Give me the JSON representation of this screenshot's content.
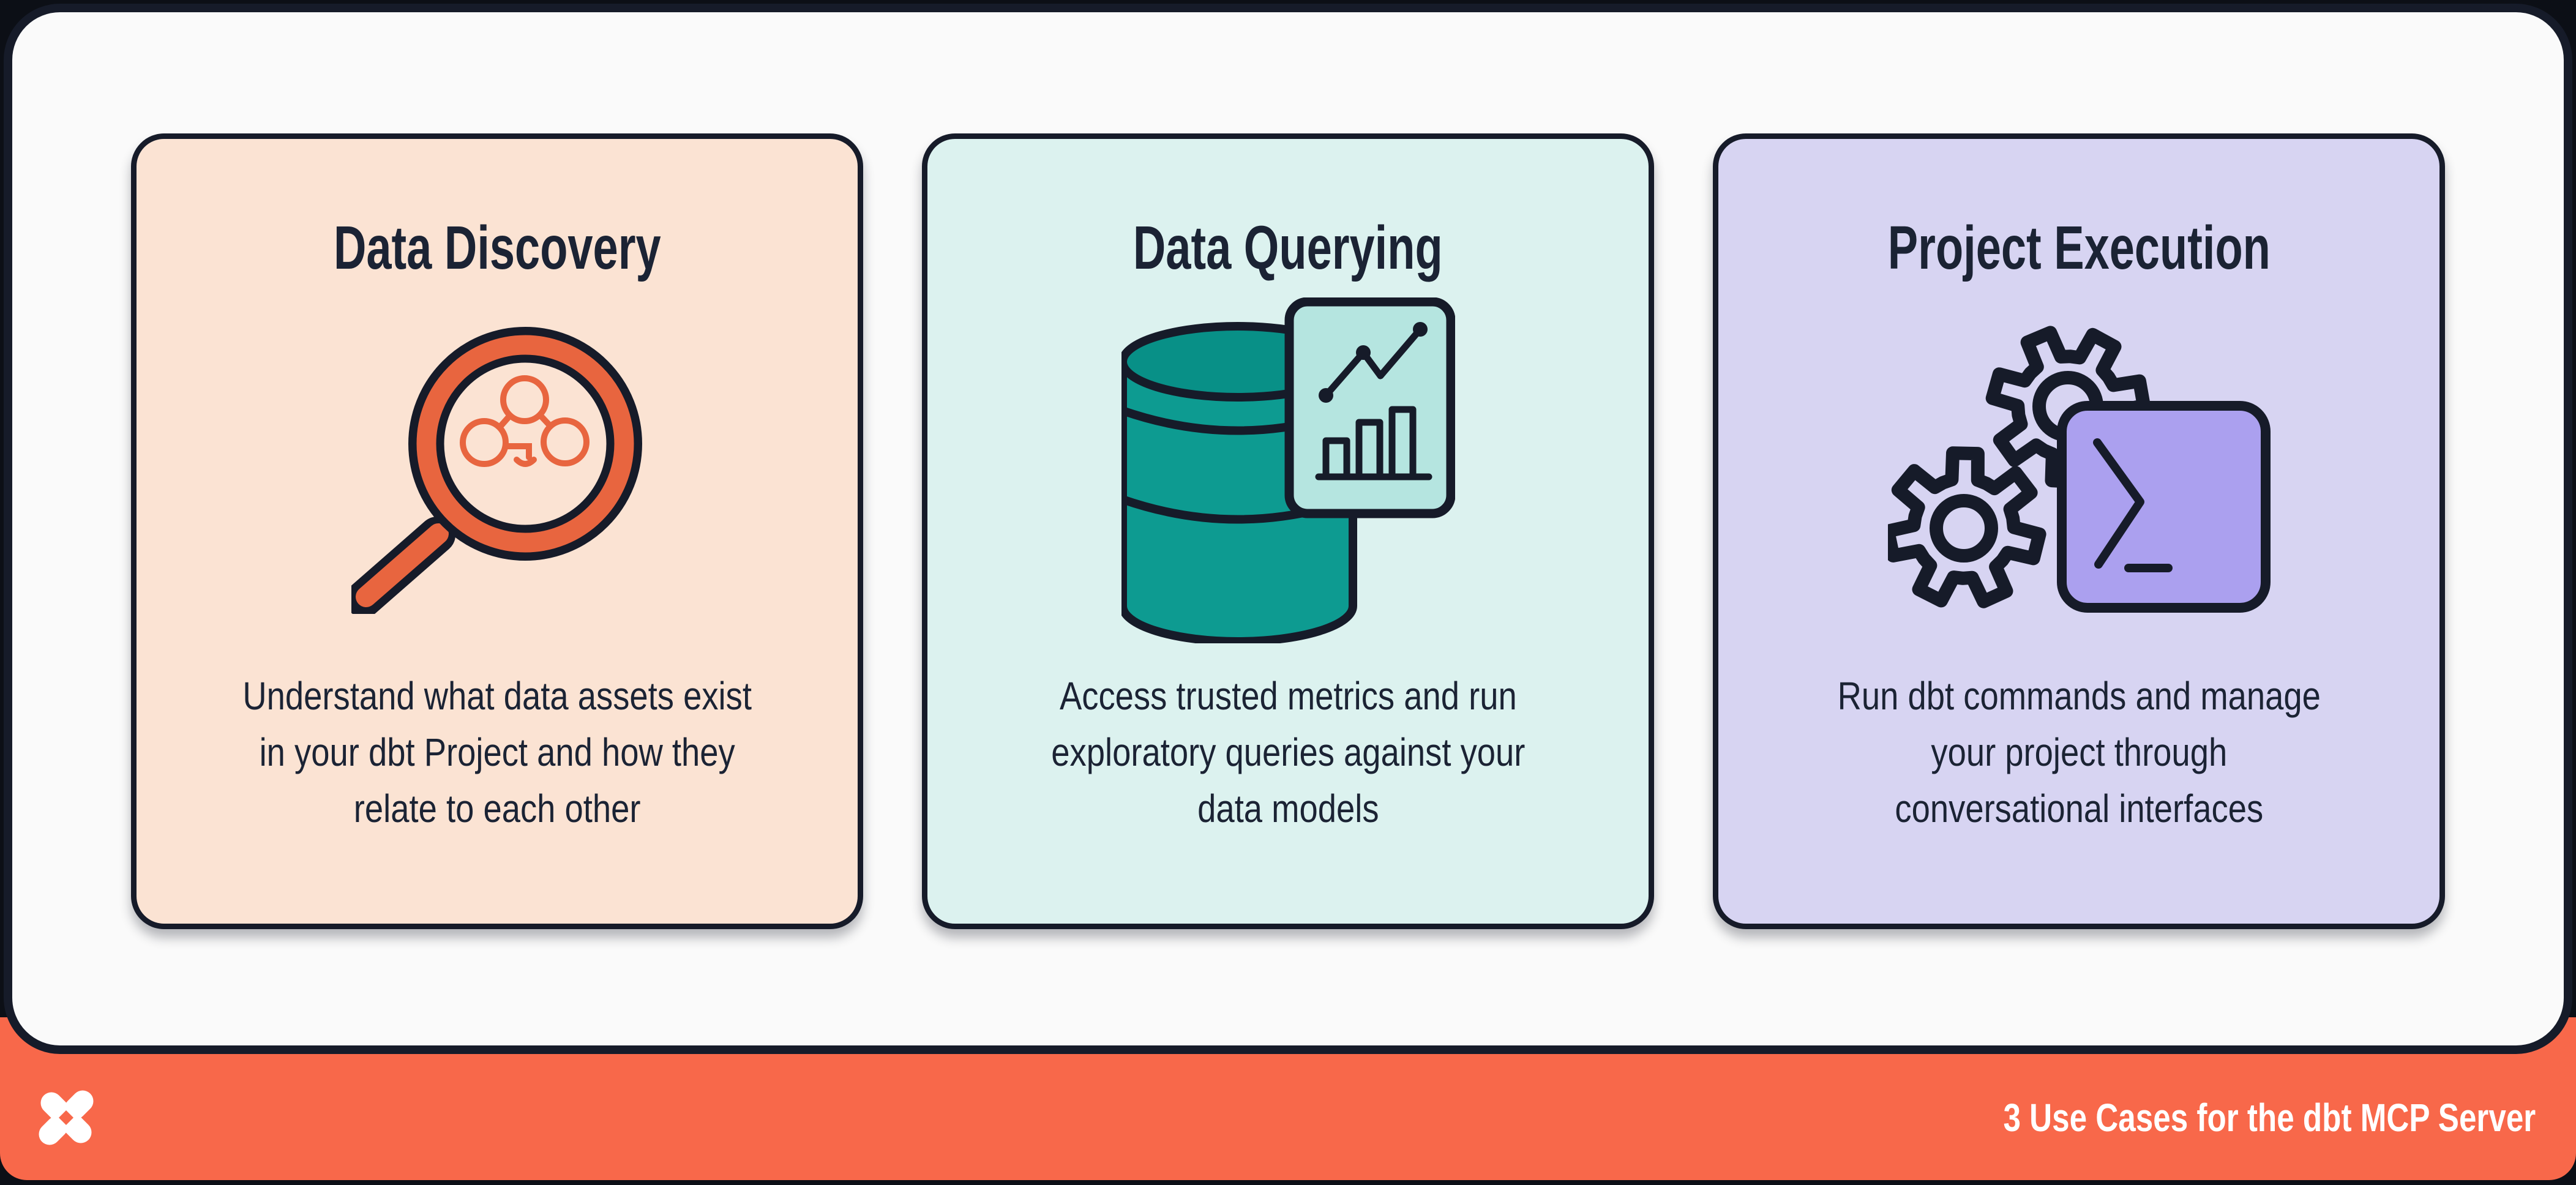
{
  "theme": {
    "bg": "#0C0F16",
    "panel": "#FAFAFA",
    "outline": "#161B29",
    "text": "#1B2334",
    "orange": "#F8684A",
    "orange-deep": "#E8653F",
    "peach": "#FBE3D3",
    "mint": "#DCF2EF",
    "lavender": "#D7D4F2",
    "teal": "#0D9B91",
    "teal-dark": "#089087",
    "report": "#B5E5E0",
    "terminal": "#ABA0EF",
    "white": "#FFFFFF"
  },
  "cards": [
    {
      "title": "Data Discovery",
      "description": "Understand what data assets exist\nin your dbt Project and how they\nrelate to each other",
      "icon": "magnifier-lineage-icon",
      "bg": "#FBE3D3"
    },
    {
      "title": "Data Querying",
      "description": "Access trusted metrics and run\nexploratory queries against your\ndata models",
      "icon": "database-chart-icon",
      "bg": "#DCF2EF"
    },
    {
      "title": "Project Execution",
      "description": "Run dbt commands and manage\nyour project through\nconversational interfaces",
      "icon": "gears-terminal-icon",
      "bg": "#D7D4F2"
    }
  ],
  "footer": {
    "label": "3 Use Cases for the dbt MCP Server",
    "logo": "dbt-logo"
  }
}
